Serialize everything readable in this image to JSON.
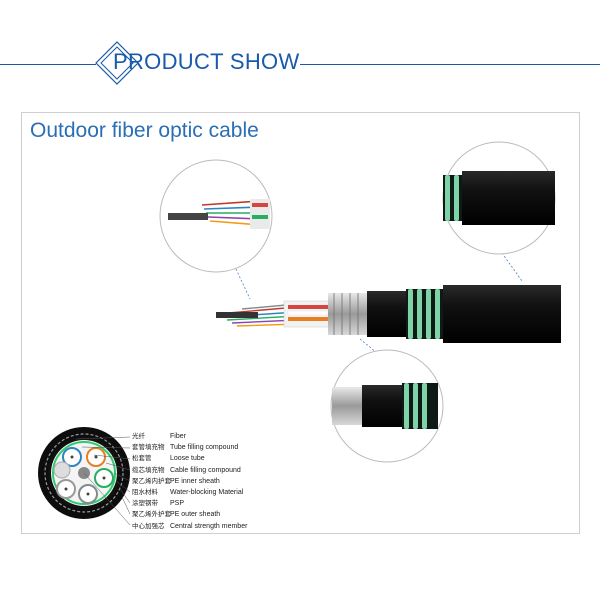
{
  "header": {
    "title": "PRODUCT SHOW"
  },
  "panel": {
    "title": "Outdoor fiber optic cable"
  },
  "legend": [
    {
      "cn": "光纤",
      "en": "Fiber"
    },
    {
      "cn": "套管填充物",
      "en": "Tube filling compound"
    },
    {
      "cn": "松套管",
      "en": "Loose tube"
    },
    {
      "cn": "缆芯填充物",
      "en": "Cable filling compound"
    },
    {
      "cn": "聚乙烯内护套",
      "en": "PE inner sheath"
    },
    {
      "cn": "阻水材料",
      "en": "Water-blocking Material"
    },
    {
      "cn": "涂塑钢带",
      "en": "PSP"
    },
    {
      "cn": "聚乙烯外护套",
      "en": "PE outer sheath"
    },
    {
      "cn": "中心加强芯",
      "en": "Central strength member"
    }
  ],
  "colors": {
    "accent": "#1a5aa8",
    "sheath": "#111111",
    "armor_green": "#7fd3a8"
  }
}
